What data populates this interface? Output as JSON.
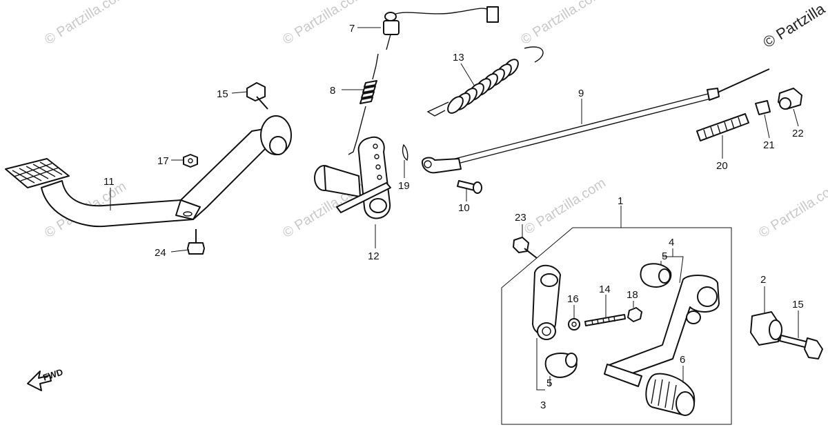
{
  "watermark": {
    "text": "© Partzilla.com",
    "corner_text": "© Partzilla"
  },
  "direction_label": "FWD",
  "callouts": [
    "1",
    "2",
    "3",
    "4",
    "5",
    "5",
    "6",
    "7",
    "8",
    "9",
    "10",
    "11",
    "12",
    "13",
    "14",
    "15",
    "15",
    "16",
    "17",
    "18",
    "19",
    "20",
    "21",
    "22",
    "23",
    "24"
  ]
}
